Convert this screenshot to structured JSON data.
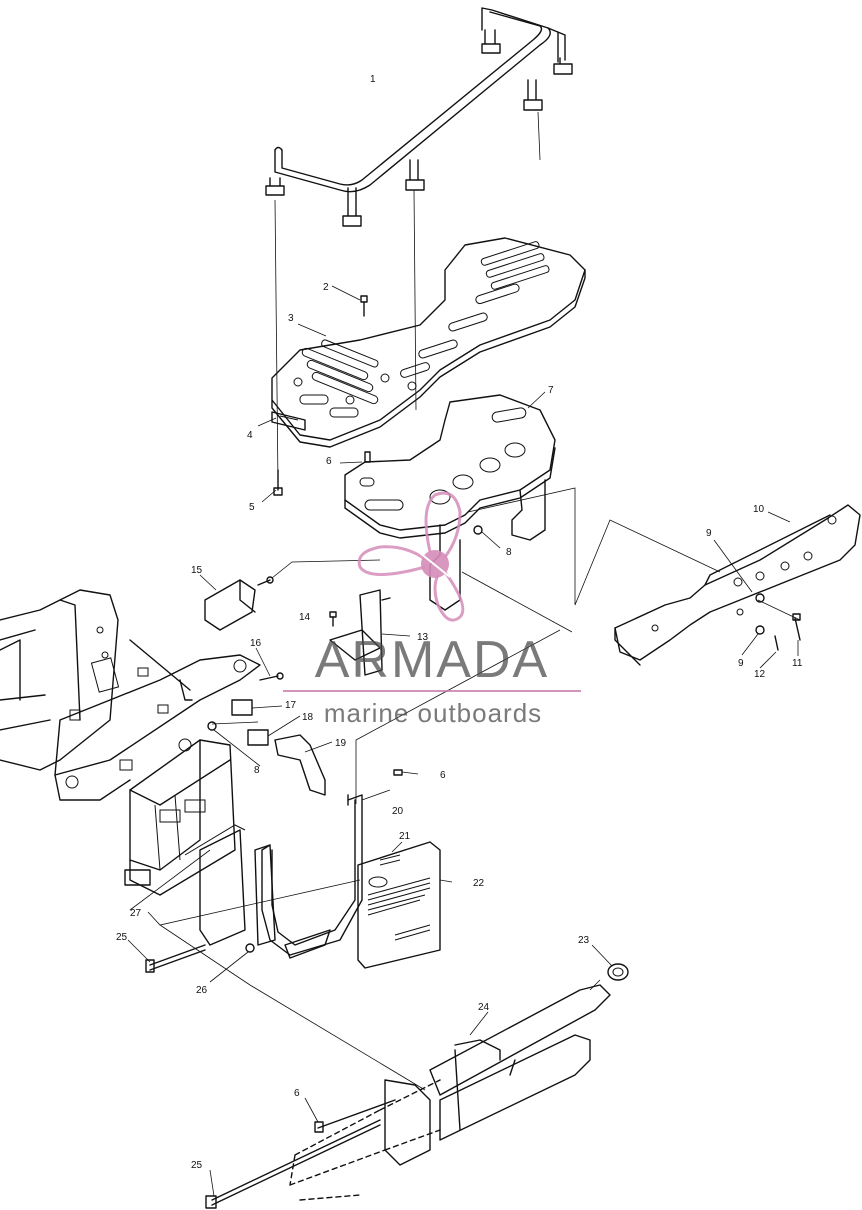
{
  "watermark": {
    "brand": "ARMADA",
    "tagline": "marine outboards",
    "accent_color": "#d58cb9",
    "text_color": "#4a4a4a"
  },
  "callouts": [
    {
      "id": "c1",
      "text": "1"
    },
    {
      "id": "c2",
      "text": "2"
    },
    {
      "id": "c3",
      "text": "3"
    },
    {
      "id": "c4",
      "text": "4"
    },
    {
      "id": "c5",
      "text": "5"
    },
    {
      "id": "c6a",
      "text": "6"
    },
    {
      "id": "c7",
      "text": "7"
    },
    {
      "id": "c8a",
      "text": "8"
    },
    {
      "id": "c9a",
      "text": "9"
    },
    {
      "id": "c10",
      "text": "10"
    },
    {
      "id": "c9b",
      "text": "9"
    },
    {
      "id": "c11",
      "text": "11"
    },
    {
      "id": "c12",
      "text": "12"
    },
    {
      "id": "c13",
      "text": "13"
    },
    {
      "id": "c14",
      "text": "14"
    },
    {
      "id": "c15",
      "text": "15"
    },
    {
      "id": "c16",
      "text": "16"
    },
    {
      "id": "c17",
      "text": "17"
    },
    {
      "id": "c18",
      "text": "18"
    },
    {
      "id": "c8b",
      "text": "8"
    },
    {
      "id": "c19",
      "text": "19"
    },
    {
      "id": "c6b",
      "text": "6"
    },
    {
      "id": "c20",
      "text": "20"
    },
    {
      "id": "c21",
      "text": "21"
    },
    {
      "id": "c22",
      "text": "22"
    },
    {
      "id": "c27",
      "text": "27"
    },
    {
      "id": "c25a",
      "text": "25"
    },
    {
      "id": "c26",
      "text": "26"
    },
    {
      "id": "c23",
      "text": "23"
    },
    {
      "id": "c24",
      "text": "24"
    },
    {
      "id": "c6c",
      "text": "6"
    },
    {
      "id": "c25b",
      "text": "25"
    }
  ]
}
